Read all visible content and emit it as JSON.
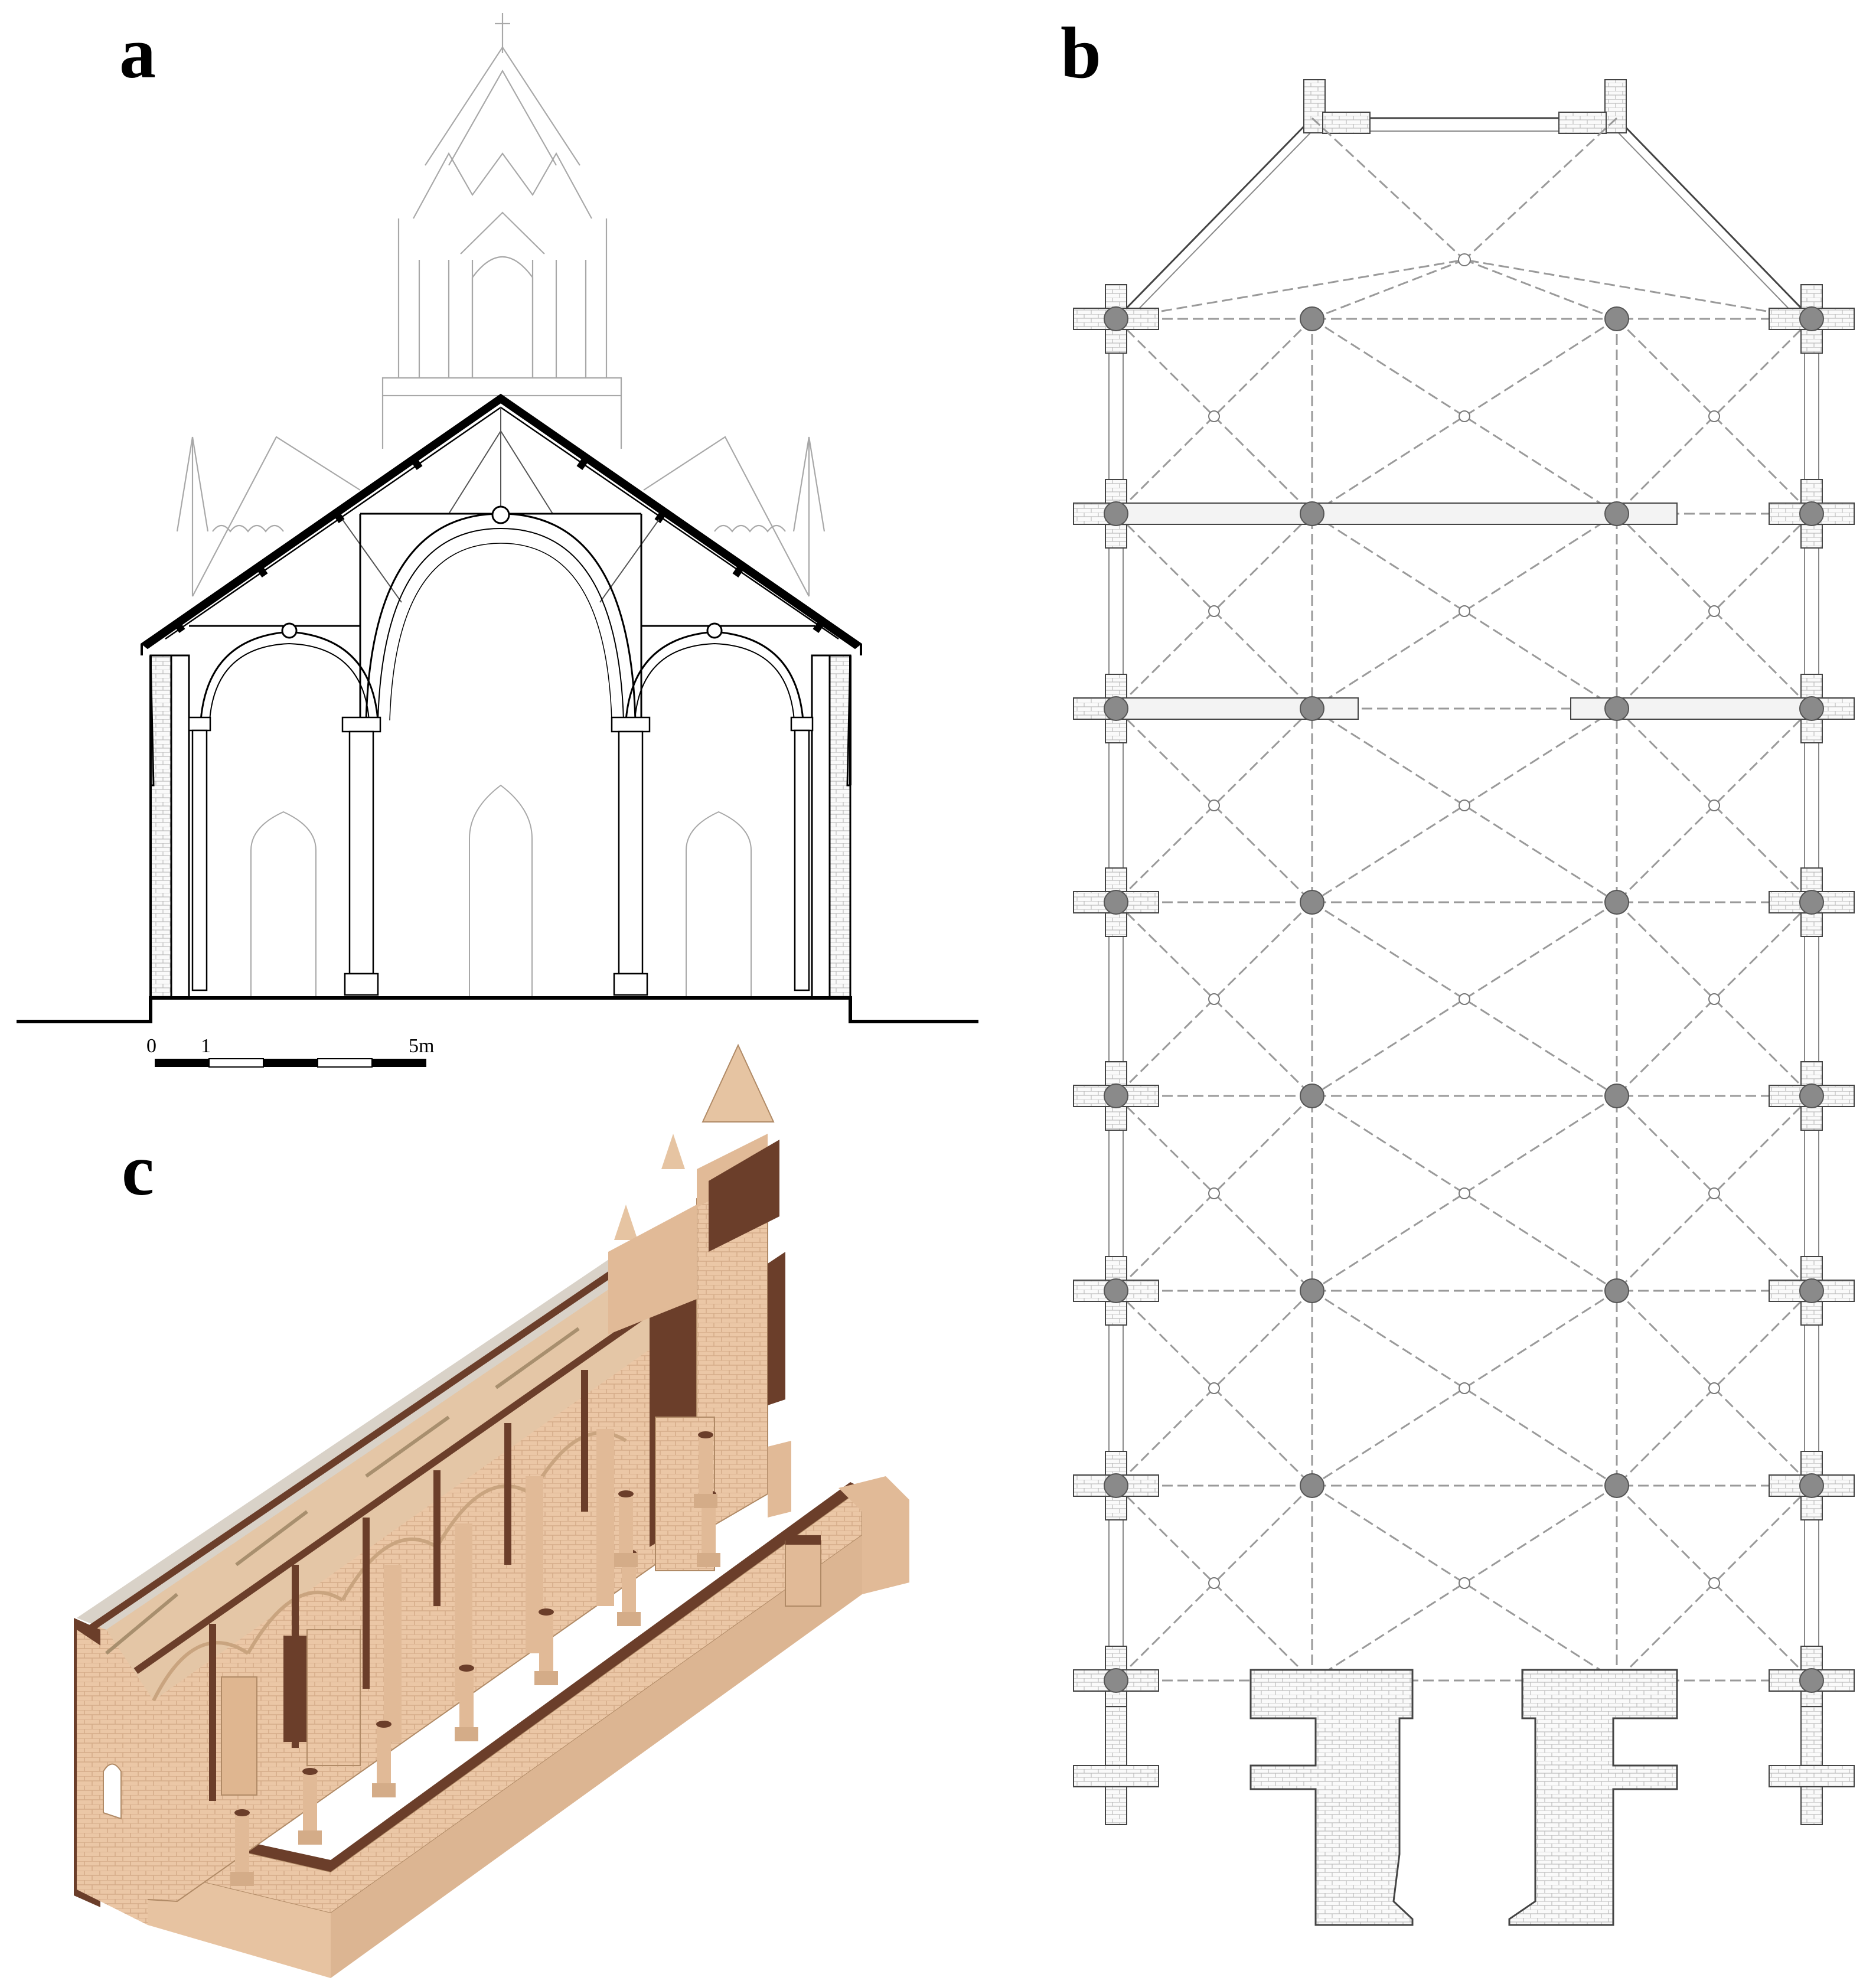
{
  "panels": {
    "a": {
      "label": "a"
    },
    "b": {
      "label": "b"
    },
    "c": {
      "label": "c"
    }
  },
  "scale_bar": {
    "ticks": [
      "0",
      "1",
      "5m"
    ]
  },
  "colors": {
    "line": "#000000",
    "faint_line": "#9a9a9a",
    "column_fill": "#8a8a8a",
    "stone": "#e9c8a8",
    "stone_dark": "#c9a07c",
    "timber": "#6b3e2a",
    "hatch": "#cfcfcf"
  }
}
